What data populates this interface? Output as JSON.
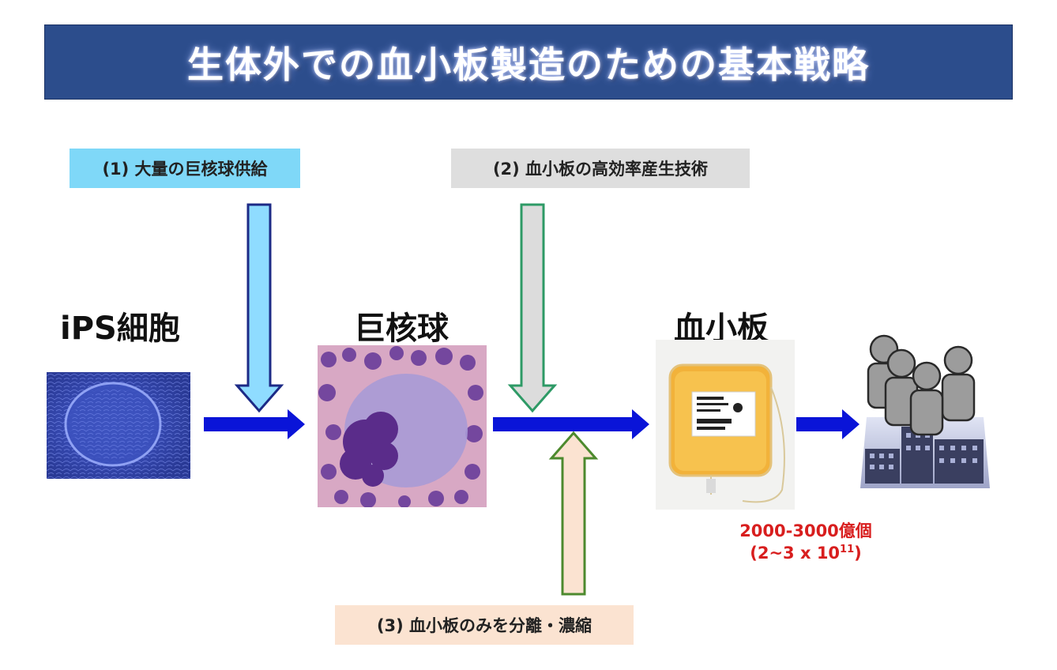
{
  "title": "生体外での血小板製造のための基本戦略",
  "steps": {
    "step1": "(1) 大量の巨核球供給",
    "step2": "(2) 血小板の高効率産生技術",
    "step3": "(3) 血小板のみを分離・濃縮"
  },
  "stages": {
    "ips": "iPS細胞",
    "megakaryocyte": "巨核球",
    "platelet": "血小板"
  },
  "platelet_count": {
    "line1": "2000-3000億個",
    "line2_prefix": "(2~3 x 10",
    "line2_exponent": "11",
    "line2_suffix": ")"
  },
  "colors": {
    "banner": "#2c4d8c",
    "flow_arrow": "#0a14d8",
    "step1_fill": "#7fd8f8",
    "step2_fill": "#dedede",
    "step3_fill": "#fbe3d1",
    "count_text": "#d81e1e"
  }
}
